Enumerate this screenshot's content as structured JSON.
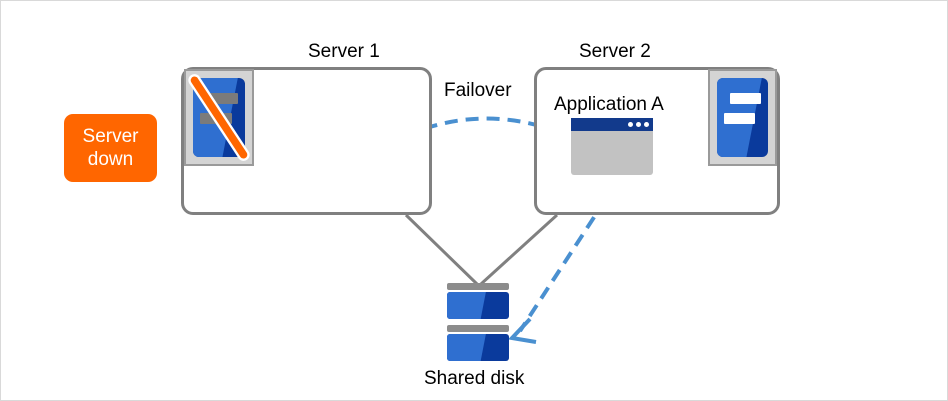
{
  "diagram": {
    "title_server1": "Server 1",
    "title_server2": "Server 2",
    "failover_label": "Failover",
    "application_label": "Application A",
    "shared_disk_label": "Shared disk",
    "status_badge": {
      "line1": "Server",
      "line2": "down",
      "color": "#ff6600",
      "text_color": "#ffffff"
    },
    "colors": {
      "box_border": "#808080",
      "server_body_dark": "#0a3a9c",
      "server_body_light": "#2f6fd0",
      "icon_frame": "#d4d4d4",
      "bar_dead": "#7b7b7b",
      "bar_live": "#ffffff",
      "strike": "#ff6600",
      "arrow_blue": "#4a90d0",
      "app_titlebar": "#123a8c",
      "app_body": "#c2c2c2",
      "disk_cap": "#8c8c8c",
      "canvas_border": "#d9d9d9"
    },
    "nodes": [
      {
        "id": "server1",
        "label": "Server 1",
        "state": "down"
      },
      {
        "id": "server2",
        "label": "Server 2",
        "state": "active"
      },
      {
        "id": "shared-disk",
        "label": "Shared disk",
        "state": "shared"
      }
    ],
    "connections": [
      {
        "from": "server1",
        "to": "server2",
        "label": "Failover",
        "style": "dashed",
        "color": "#4a90d0"
      },
      {
        "from": "application-a",
        "to": "shared-disk",
        "label": "",
        "style": "dashed",
        "color": "#4a90d0"
      },
      {
        "from": "server1",
        "to": "shared-disk",
        "label": "",
        "style": "solid",
        "color": "#808080"
      },
      {
        "from": "server2",
        "to": "shared-disk",
        "label": "",
        "style": "solid",
        "color": "#808080"
      }
    ]
  }
}
